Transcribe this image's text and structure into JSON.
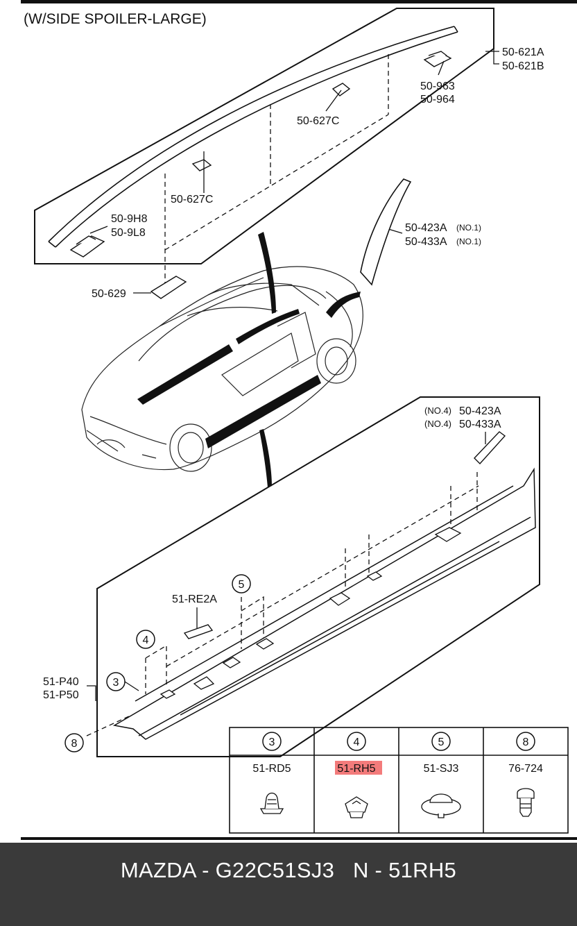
{
  "diagram": {
    "heading": "(W/SIDE SPOILER-LARGE)",
    "upper_labels": {
      "p_621": [
        "50-621A",
        "50-621B"
      ],
      "p_963": [
        "50-963",
        "50-964"
      ],
      "p_627c_top": "50-627C",
      "p_627c_left": "50-627C",
      "p_9h8": [
        "50-9H8",
        "50-9L8"
      ],
      "p_629": "50-629",
      "p_423_no1": [
        "50-423A",
        "50-433A"
      ],
      "no1_note": "(NO.1)"
    },
    "lower_labels": {
      "no4_note": "(NO.4)",
      "p_423_no4": [
        "50-423A",
        "50-433A"
      ],
      "p_re2a": "51-RE2A",
      "p_p40": [
        "51-P40",
        "51-P50"
      ],
      "callouts": [
        "3",
        "4",
        "5",
        "8"
      ]
    },
    "fastener_table": {
      "columns": [
        {
          "callout": "3",
          "part": "51-RD5",
          "icon": "push-clip-icon",
          "highlighted": false
        },
        {
          "callout": "4",
          "part": "51-RH5",
          "icon": "grommet-clip-icon",
          "highlighted": true
        },
        {
          "callout": "5",
          "part": "51-SJ3",
          "icon": "cap-clip-icon",
          "highlighted": false
        },
        {
          "callout": "8",
          "part": "76-724",
          "icon": "screw-rivet-icon",
          "highlighted": false
        }
      ],
      "highlight_color": "#f26d6d"
    }
  },
  "footer": {
    "text": "MAZDA - G22C51SJ3   N - 51RH5",
    "background": "#3a3a3a"
  }
}
